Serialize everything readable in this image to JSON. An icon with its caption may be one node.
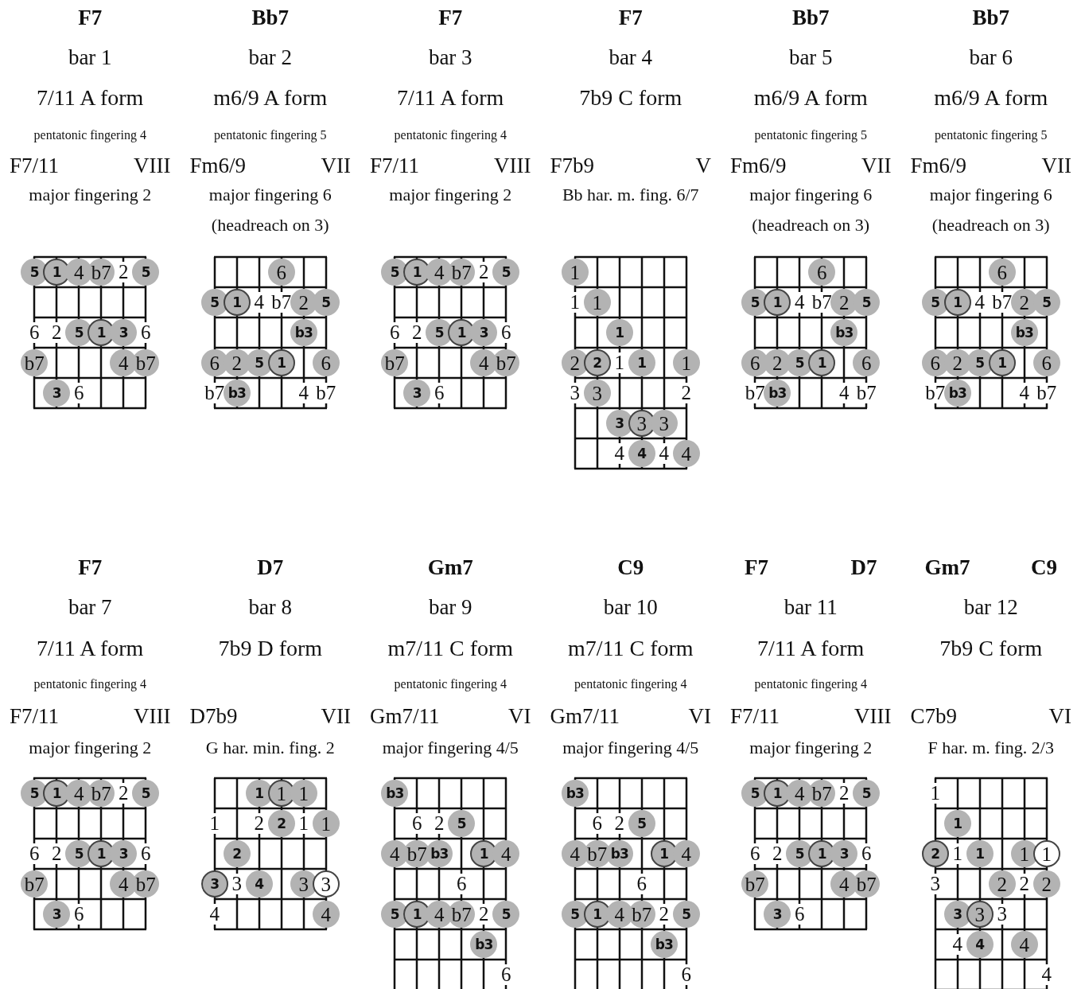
{
  "diagram": {
    "nodes": [
      {
        "text": [
          "5",
          "1",
          "4",
          "b7",
          "2",
          "5",
          "6",
          "2",
          "5",
          "1",
          "3",
          "6",
          "b7",
          "4",
          "b7",
          "3",
          "6"
        ],
        "beside": [
          "F7",
          "bar 1",
          "7/11 A form",
          "pentatonic fingering 4",
          "F7/11",
          "VIII",
          "major fingering 2"
        ]
      },
      {
        "text": [
          "6",
          "5",
          "1",
          "4",
          "b7",
          "2",
          "5",
          "b3",
          "6",
          "2",
          "5",
          "1",
          "6",
          "b7",
          "b3",
          "4",
          "b7"
        ],
        "beside": [
          "Bb7",
          "bar 2",
          "m6/9 A form",
          "pentatonic fingering 5",
          "Fm6/9",
          "VII",
          "major fingering 6",
          "(headreach on 3)"
        ]
      },
      {
        "text": [
          "5",
          "1",
          "4",
          "b7",
          "2",
          "5",
          "6",
          "2",
          "5",
          "1",
          "3",
          "6",
          "b7",
          "4",
          "b7",
          "3",
          "6"
        ],
        "beside": [
          "F7",
          "bar 3",
          "7/11 A form",
          "pentatonic fingering 4",
          "F7/11",
          "VIII",
          "major fingering 2"
        ]
      },
      {
        "text": [
          "1",
          "1",
          "1",
          "1",
          "2",
          "2",
          "1",
          "1",
          "1",
          "3",
          "3",
          "2",
          "3",
          "3",
          "3",
          "4",
          "4",
          "4",
          "4"
        ],
        "beside": [
          "F7",
          "bar 4",
          "7b9 C form",
          "F7b9",
          "V",
          "Bb har. m. fing. 6/7"
        ]
      },
      {
        "text": [
          "6",
          "5",
          "1",
          "4",
          "b7",
          "2",
          "5",
          "b3",
          "6",
          "2",
          "5",
          "1",
          "6",
          "b7",
          "b3",
          "4",
          "b7"
        ],
        "beside": [
          "Bb7",
          "bar 5",
          "m6/9 A form",
          "pentatonic fingering 5",
          "Fm6/9",
          "VII",
          "major fingering 6",
          "(headreach on 3)"
        ]
      },
      {
        "text": [
          "6",
          "5",
          "1",
          "4",
          "b7",
          "2",
          "5",
          "b3",
          "6",
          "2",
          "5",
          "1",
          "6",
          "b7",
          "b3",
          "4",
          "b7"
        ],
        "beside": [
          "Bb7",
          "bar 6",
          "m6/9 A form",
          "pentatonic fingering 5",
          "Fm6/9",
          "VII",
          "major fingering 6",
          "(headreach on 3)"
        ]
      },
      {
        "text": [
          "5",
          "1",
          "4",
          "b7",
          "2",
          "5",
          "6",
          "2",
          "5",
          "1",
          "3",
          "6",
          "b7",
          "4",
          "b7",
          "3",
          "6"
        ],
        "beside": [
          "F7",
          "bar 7",
          "7/11 A form",
          "pentatonic fingering 4",
          "F7/11",
          "VIII",
          "major fingering 2"
        ]
      },
      {
        "text": [
          "1",
          "1",
          "1",
          "1",
          "2",
          "2",
          "1",
          "1",
          "2",
          "3",
          "3",
          "4",
          "3",
          "3",
          "4",
          "4"
        ],
        "beside": [
          "D7",
          "bar 8",
          "7b9 D form",
          "D7b9",
          "VII",
          "G har. min. fing. 2"
        ]
      },
      {
        "text": [
          "b3",
          "6",
          "2",
          "5",
          "4",
          "b7",
          "b3",
          "1",
          "4",
          "6",
          "5",
          "1",
          "4",
          "b7",
          "2",
          "5",
          "b3",
          "6"
        ],
        "beside": [
          "Gm7",
          "bar 9",
          "m7/11 C form",
          "pentatonic fingering 4",
          "Gm7/11",
          "VI",
          "major fingering 4/5"
        ]
      },
      {
        "text": [
          "b3",
          "6",
          "2",
          "5",
          "4",
          "b7",
          "b3",
          "1",
          "4",
          "6",
          "5",
          "1",
          "4",
          "b7",
          "2",
          "5",
          "b3",
          "6"
        ],
        "beside": [
          "C9",
          "bar 10",
          "m7/11 C form",
          "pentatonic fingering 4",
          "Gm7/11",
          "VI",
          "major fingering 4/5"
        ]
      },
      {
        "text": [
          "5",
          "1",
          "4",
          "b7",
          "2",
          "5",
          "6",
          "2",
          "5",
          "1",
          "3",
          "6",
          "b7",
          "4",
          "b7",
          "3",
          "6"
        ],
        "beside": [
          "F7",
          "D7",
          "bar 11",
          "7/11 A form",
          "pentatonic fingering 4",
          "F7/11",
          "VIII",
          "major fingering 2"
        ]
      },
      {
        "text": [
          "1",
          "1",
          "2",
          "1",
          "1",
          "1",
          "1",
          "3",
          "2",
          "2",
          "2",
          "3",
          "3",
          "3",
          "4",
          "4",
          "4",
          "4"
        ],
        "beside": [
          "Gm7",
          "C9",
          "bar 12",
          "7b9 C form",
          "C7b9",
          "VI",
          "F har. m. fing. 2/3"
        ]
      }
    ]
  }
}
